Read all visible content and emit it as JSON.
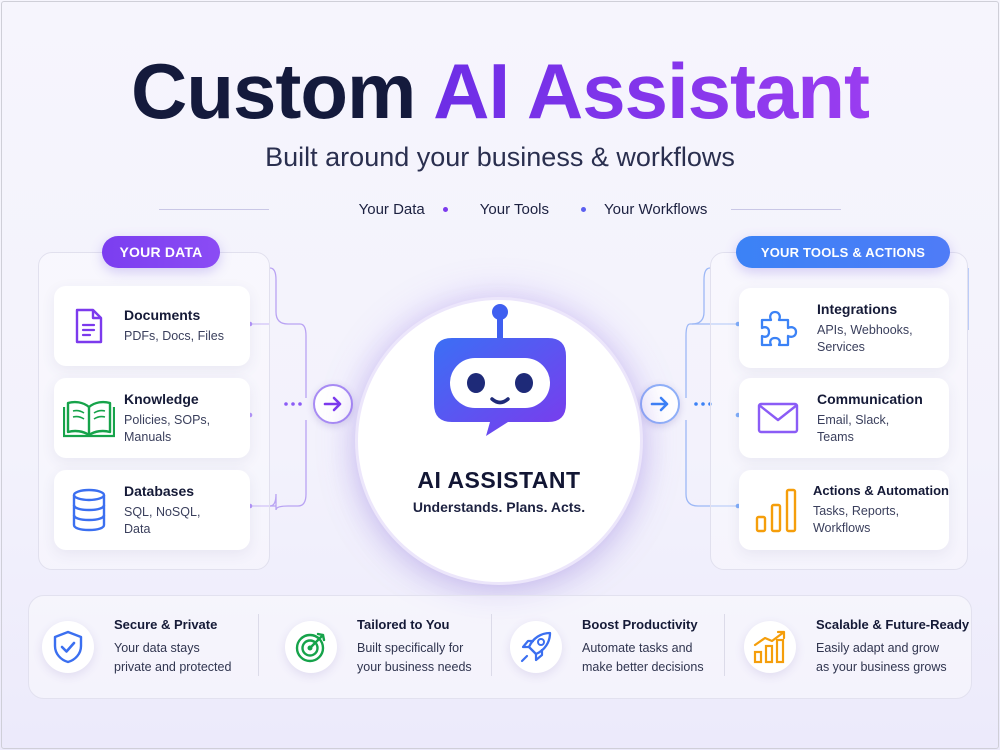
{
  "header": {
    "title_part1": "Custom",
    "title_part2": "AI Assistant",
    "subtitle": "Built around your business & workflows",
    "tagline": [
      "Your Data",
      "Your Tools",
      "Your Workflows"
    ]
  },
  "left_panel": {
    "label": "YOUR DATA",
    "cards": [
      {
        "title": "Documents",
        "desc": "PDFs, Docs, Files",
        "icon": "document-icon"
      },
      {
        "title": "Knowledge",
        "desc": "Policies, SOPs, Manuals",
        "icon": "open-book-icon"
      },
      {
        "title": "Databases",
        "desc": "SQL, NoSQL, Data",
        "icon": "database-icon"
      }
    ]
  },
  "right_panel": {
    "label": "YOUR TOOLS & ACTIONS",
    "cards": [
      {
        "title": "Integrations",
        "desc": "APIs, Webhooks, Services",
        "icon": "puzzle-icon"
      },
      {
        "title": "Communication",
        "desc": "Email, Slack, Teams",
        "icon": "envelope-icon"
      },
      {
        "title": "Actions & Automation",
        "desc": "Tasks, Reports, Workflows",
        "icon": "bar-chart-icon"
      }
    ]
  },
  "hub": {
    "title": "AI ASSISTANT",
    "subtitle": "Understands. Plans. Acts.",
    "icon": "robot-chat-icon"
  },
  "features": [
    {
      "title": "Secure & Private",
      "line1": "Your data stays",
      "line2": "private and protected",
      "icon": "shield-check-icon"
    },
    {
      "title": "Tailored to You",
      "line1": "Built specifically for",
      "line2": "your business needs",
      "icon": "target-icon"
    },
    {
      "title": "Boost Productivity",
      "line1": "Automate tasks and",
      "line2": "make better decisions",
      "icon": "rocket-icon"
    },
    {
      "title": "Scalable & Future-Ready",
      "line1": "Easily adapt and grow",
      "line2": "as your business grows",
      "icon": "growth-chart-icon"
    }
  ],
  "colors": {
    "purple": "#7c3aed",
    "blue": "#3b82f6",
    "green": "#16a34a",
    "orange": "#f59e0b",
    "navy": "#141a3c"
  }
}
